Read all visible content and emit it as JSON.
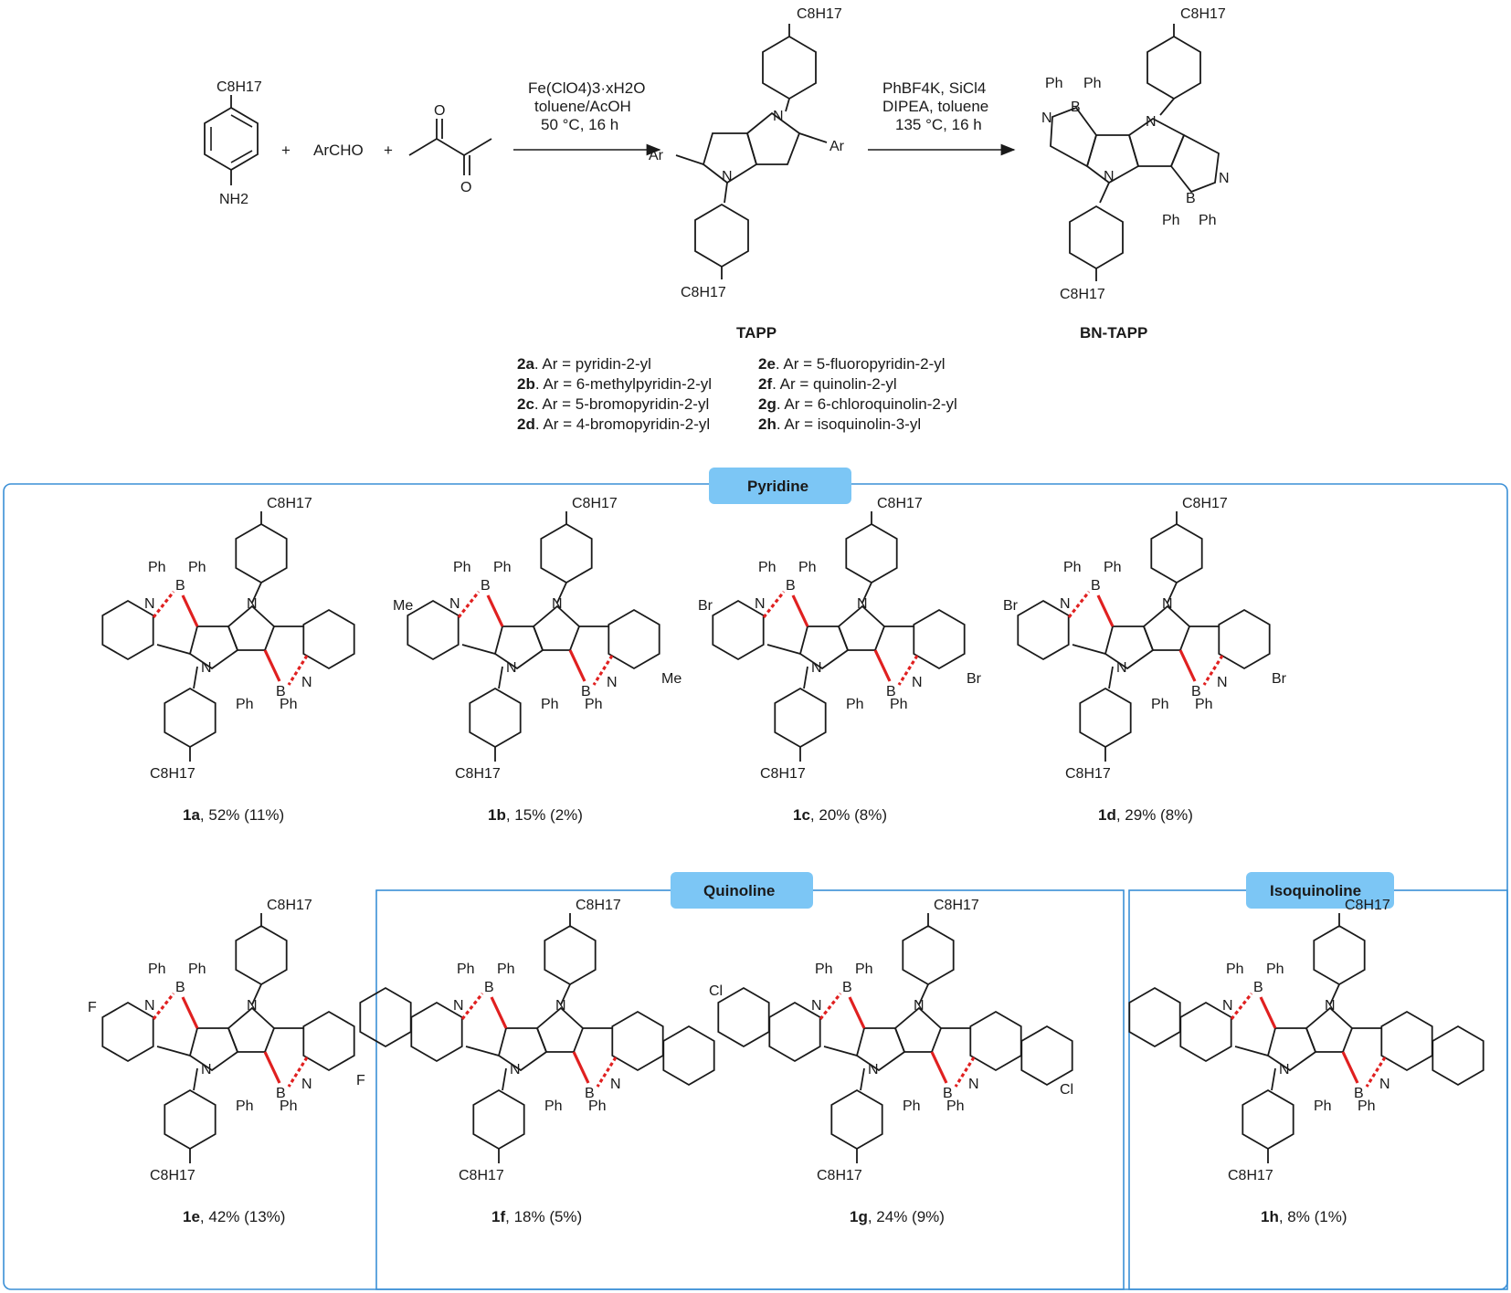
{
  "reagents": {
    "aniline_sub": "C8H17",
    "aniline_nh2": "NH2",
    "plus1": "+",
    "aldehyde": "ArCHO",
    "plus2": "+"
  },
  "step1": {
    "line1": "Fe(ClO4)3·xH2O",
    "line2": "toluene/AcOH",
    "line3": "50 °C, 16 h"
  },
  "step2": {
    "line1": "PhBF4K, SiCl4",
    "line2": "DIPEA, toluene",
    "line3": "135 °C, 16 h"
  },
  "products": {
    "tapp_label": "TAPP",
    "bntapp_label": "BN-TAPP",
    "ar": "Ar"
  },
  "ar_list": [
    {
      "id": "2a",
      "text": ". Ar = pyridin-2-yl"
    },
    {
      "id": "2b",
      "text": ". Ar = 6-methylpyridin-2-yl"
    },
    {
      "id": "2c",
      "text": ". Ar = 5-bromopyridin-2-yl"
    },
    {
      "id": "2d",
      "text": ". Ar = 4-bromopyridin-2-yl"
    },
    {
      "id": "2e",
      "text": ". Ar = 5-fluoropyridin-2-yl"
    },
    {
      "id": "2f",
      "text": ". Ar = quinolin-2-yl"
    },
    {
      "id": "2g",
      "text": ". Ar = 6-chloroquinolin-2-yl"
    },
    {
      "id": "2h",
      "text": ". Ar = isoquinolin-3-yl"
    }
  ],
  "groups": {
    "pyridine": "Pyridine",
    "quinoline": "Quinoline",
    "isoquinoline": "Isoquinoline"
  },
  "compounds": [
    {
      "id": "1a",
      "yield": ", 52% (11%)",
      "sub_left": "",
      "sub_right": ""
    },
    {
      "id": "1b",
      "yield": ", 15% (2%)",
      "sub_left": "Me",
      "sub_right": "Me"
    },
    {
      "id": "1c",
      "yield": ", 20% (8%)",
      "sub_left": "Br",
      "sub_right": "Br"
    },
    {
      "id": "1d",
      "yield": ", 29% (8%)",
      "sub_left": "Br",
      "sub_right": "Br"
    },
    {
      "id": "1e",
      "yield": ", 42% (13%)",
      "sub_left": "F",
      "sub_right": "F"
    },
    {
      "id": "1f",
      "yield": ", 18% (5%)",
      "sub_left": "",
      "sub_right": ""
    },
    {
      "id": "1g",
      "yield": ", 24% (9%)",
      "sub_left": "Cl",
      "sub_right": "Cl"
    },
    {
      "id": "1h",
      "yield": ", 8% (1%)",
      "sub_left": "",
      "sub_right": ""
    }
  ],
  "atoms": {
    "N": "N",
    "B": "B",
    "Ph": "Ph",
    "octyl": "C8H17",
    "O": "O"
  },
  "colors": {
    "border": "#3a8fd6",
    "tag_fill": "#7cc6f5",
    "bond_highlight": "#e02020",
    "ink": "#1a1a1a"
  }
}
